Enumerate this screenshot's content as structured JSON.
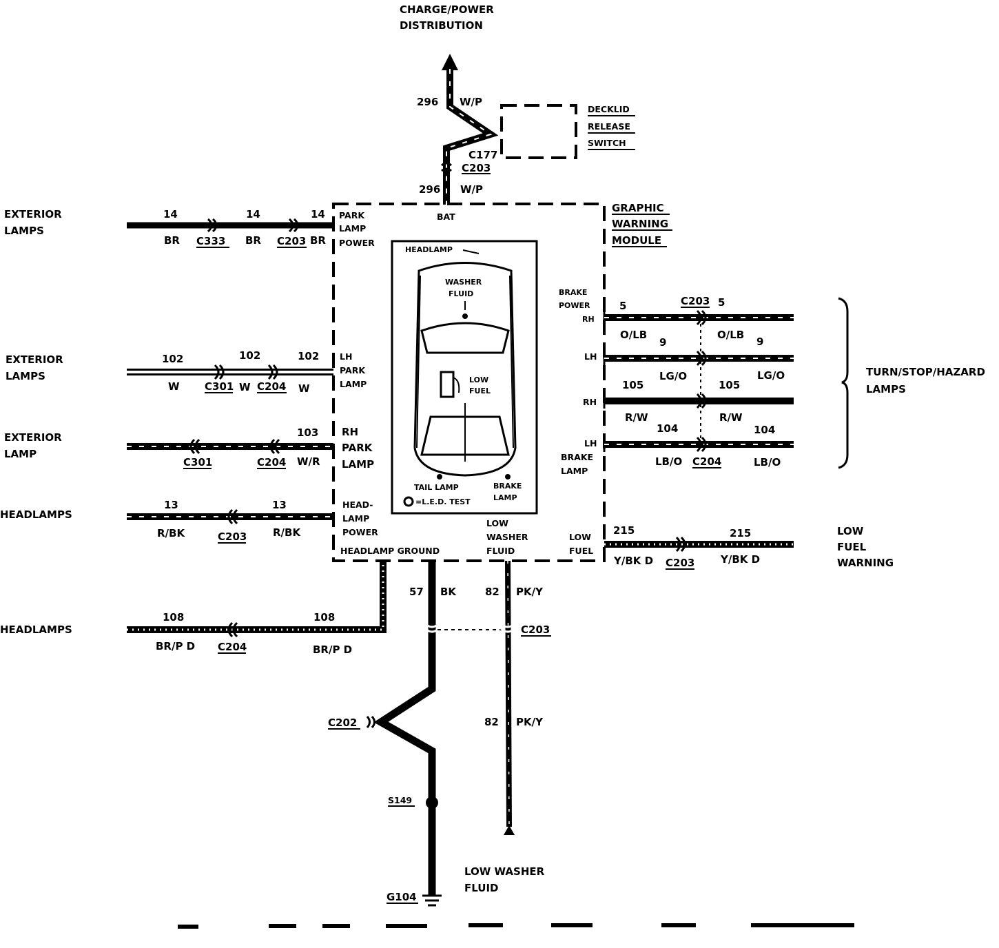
{
  "colors": {
    "ink": "#000000",
    "paper": "#ffffff"
  },
  "top": {
    "line1": "CHARGE/POWER",
    "line2": "DISTRIBUTION"
  },
  "deck": {
    "line1": "DECKLID",
    "line2": "RELEASE",
    "line3": "SWITCH"
  },
  "module": {
    "line1": "GRAPHIC",
    "line2": "WARNING",
    "line3": "MODULE",
    "bat": "BAT"
  },
  "circuit296": {
    "num": "296",
    "color": "W/P",
    "c177": "C177",
    "c203": "C203"
  },
  "left": {
    "ext1": {
      "l1": "EXTERIOR",
      "l2": "LAMPS"
    },
    "ext2": {
      "l1": "EXTERIOR",
      "l2": "LAMPS"
    },
    "ext3": {
      "l1": "EXTERIOR",
      "l2": "LAMP"
    },
    "head1": "HEADLAMPS",
    "head2": "HEADLAMPS"
  },
  "w14": {
    "num": "14",
    "color": "BR",
    "c1": "C333",
    "c2": "C203"
  },
  "w102": {
    "num": "102",
    "color": "W",
    "c1": "C301",
    "c2": "C204"
  },
  "w103": {
    "num": "103",
    "color": "W/R",
    "c1": "C301",
    "c2": "C204"
  },
  "w13": {
    "num": "13",
    "color": "R/BK",
    "c1": "C203"
  },
  "w108": {
    "num": "108",
    "color": "BR/P D",
    "c1": "C204"
  },
  "pins": {
    "park_power": [
      "PARK",
      "LAMP",
      "POWER"
    ],
    "lh_park": [
      "LH",
      "PARK",
      "LAMP"
    ],
    "rh_park": [
      "RH",
      "PARK",
      "LAMP"
    ],
    "head_power": [
      "HEAD-",
      "LAMP",
      "POWER"
    ],
    "head_ground": "HEADLAMP GROUND",
    "low_washer": [
      "LOW",
      "WASHER",
      "FLUID"
    ],
    "low_fuel": [
      "LOW",
      "FUEL"
    ],
    "brake_power": [
      "BRAKE",
      "POWER",
      "RH"
    ],
    "lh1": "LH",
    "rh2": "RH",
    "lh_brake": [
      "LH",
      "BRAKE",
      "LAMP"
    ]
  },
  "panel": {
    "headlamp": "HEADLAMP",
    "washer": [
      "WASHER",
      "FLUID"
    ],
    "lowfuel": [
      "LOW",
      "FUEL"
    ],
    "tail": "TAIL LAMP",
    "brake": [
      "BRAKE",
      "LAMP"
    ],
    "led": "=L.E.D. TEST"
  },
  "right": {
    "w5": {
      "num": "5",
      "color": "O/LB",
      "conn": "C203"
    },
    "w9": {
      "num": "9",
      "color": "LG/O"
    },
    "w105": {
      "num": "105",
      "color": "R/W"
    },
    "w104": {
      "num": "104",
      "color": "LB/O",
      "conn": "C204"
    },
    "w215": {
      "num": "215",
      "color": "Y/BK D",
      "conn": "C203"
    },
    "turn": [
      "TURN/STOP/HAZARD",
      "LAMPS"
    ],
    "lowfuel": [
      "LOW",
      "FUEL",
      "WARNING"
    ]
  },
  "bottom": {
    "w57": {
      "num": "57",
      "color": "BK"
    },
    "w82": {
      "num": "82",
      "color": "PK/Y"
    },
    "c203": "C203",
    "c202": "C202",
    "s149": "S149",
    "g104": "G104",
    "lowwasher": [
      "LOW WASHER",
      "FLUID"
    ]
  }
}
